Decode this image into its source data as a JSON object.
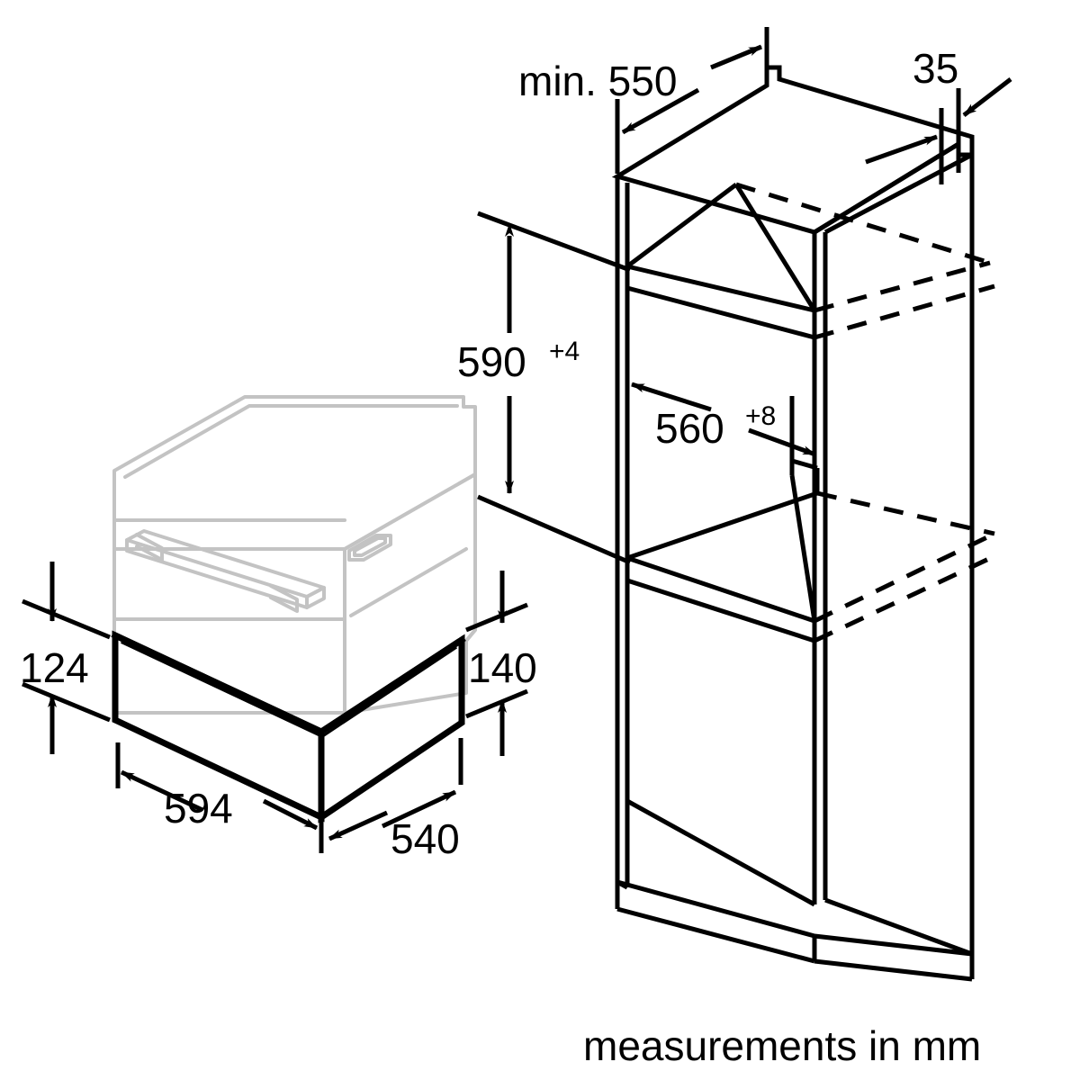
{
  "figure": {
    "kind": "installation-dimension-drawing",
    "caption": "measurements in mm",
    "units": "mm",
    "line_colors": {
      "solid": "#000000",
      "ghost_appliance": "#c3c3c3",
      "background": "#ffffff"
    }
  },
  "dimensions": {
    "niche_depth": {
      "label": "min. 550",
      "value": "550",
      "prefix": "min.",
      "tolerance": ""
    },
    "notch_width": {
      "label": "35",
      "value": "35",
      "prefix": "",
      "tolerance": ""
    },
    "niche_height": {
      "label": "590",
      "value": "590",
      "prefix": "",
      "tolerance": "+4"
    },
    "niche_width": {
      "label": "560",
      "value": "560",
      "prefix": "",
      "tolerance": "+8"
    },
    "drawer_front_height": {
      "label": "124",
      "value": "124",
      "prefix": "",
      "tolerance": ""
    },
    "drawer_body_height": {
      "label": "140",
      "value": "140",
      "prefix": "",
      "tolerance": ""
    },
    "drawer_width": {
      "label": "594",
      "value": "594",
      "prefix": "",
      "tolerance": ""
    },
    "drawer_depth": {
      "label": "540",
      "value": "540",
      "prefix": "",
      "tolerance": ""
    }
  },
  "objects": {
    "appliance": {
      "name": "warming drawer appliance",
      "rendering": "ghost-outline"
    },
    "drawer": {
      "name": "drawer base unit",
      "rendering": "bold-outline"
    },
    "cabinet": {
      "name": "tall housing cabinet",
      "rendering": "solid-outline-with-hidden-dashed"
    }
  }
}
